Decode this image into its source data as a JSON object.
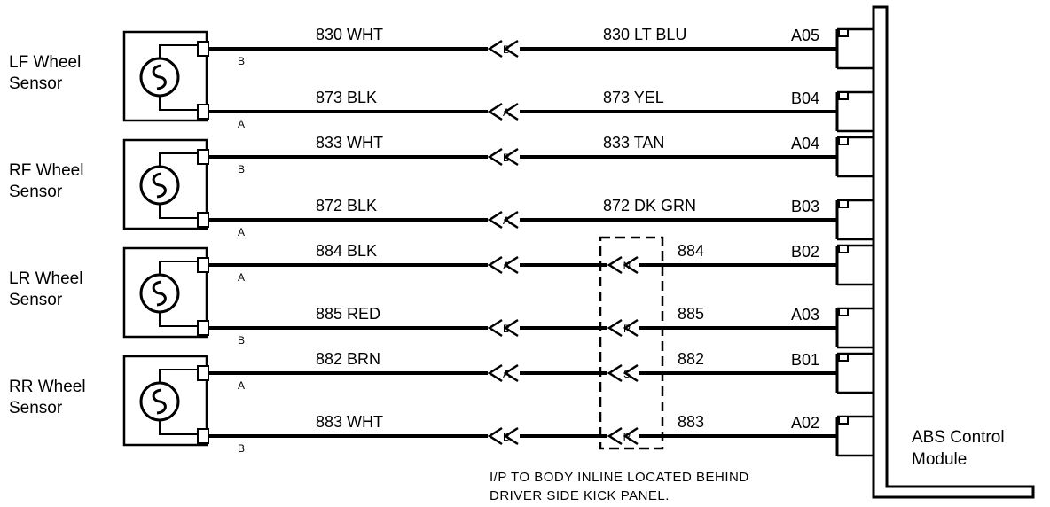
{
  "sensors": [
    {
      "label_line1": "LF Wheel",
      "label_line2": "Sensor",
      "wires": [
        {
          "sensor_pin": "B",
          "left_label": "830 WHT",
          "conn1_letter": "B",
          "inline_letter": "",
          "right_label": "830 LT BLU",
          "module_pin": "A05"
        },
        {
          "sensor_pin": "A",
          "left_label": "873 BLK",
          "conn1_letter": "A",
          "inline_letter": "",
          "right_label": "873  YEL",
          "module_pin": "B04"
        }
      ]
    },
    {
      "label_line1": "RF Wheel",
      "label_line2": "Sensor",
      "wires": [
        {
          "sensor_pin": "B",
          "left_label": "833 WHT",
          "conn1_letter": "B",
          "inline_letter": "",
          "right_label": "833 TAN",
          "module_pin": "A04"
        },
        {
          "sensor_pin": "A",
          "left_label": "872 BLK",
          "conn1_letter": "A",
          "inline_letter": "",
          "right_label": "872 DK GRN",
          "module_pin": "B03"
        }
      ]
    },
    {
      "label_line1": "LR Wheel",
      "label_line2": "Sensor",
      "wires": [
        {
          "sensor_pin": "A",
          "left_label": "884 BLK",
          "conn1_letter": "A",
          "inline_letter": "N",
          "right_label": "884",
          "module_pin": "B02"
        },
        {
          "sensor_pin": "B",
          "left_label": "885 RED",
          "conn1_letter": "B",
          "inline_letter": "P",
          "right_label": "885",
          "module_pin": "A03"
        }
      ]
    },
    {
      "label_line1": "RR Wheel",
      "label_line2": "Sensor",
      "wires": [
        {
          "sensor_pin": "A",
          "left_label": "882 BRN",
          "conn1_letter": "A",
          "inline_letter": "S",
          "right_label": "882",
          "module_pin": "B01"
        },
        {
          "sensor_pin": "B",
          "left_label": "883 WHT",
          "conn1_letter": "B",
          "inline_letter": "R",
          "right_label": "883",
          "module_pin": "A02"
        }
      ]
    }
  ],
  "inline_note": {
    "line1": "I/P TO BODY INLINE LOCATED BEHIND",
    "line2": "DRIVER SIDE KICK PANEL."
  },
  "module": {
    "label_line1": "ABS Control",
    "label_line2": "Module"
  }
}
